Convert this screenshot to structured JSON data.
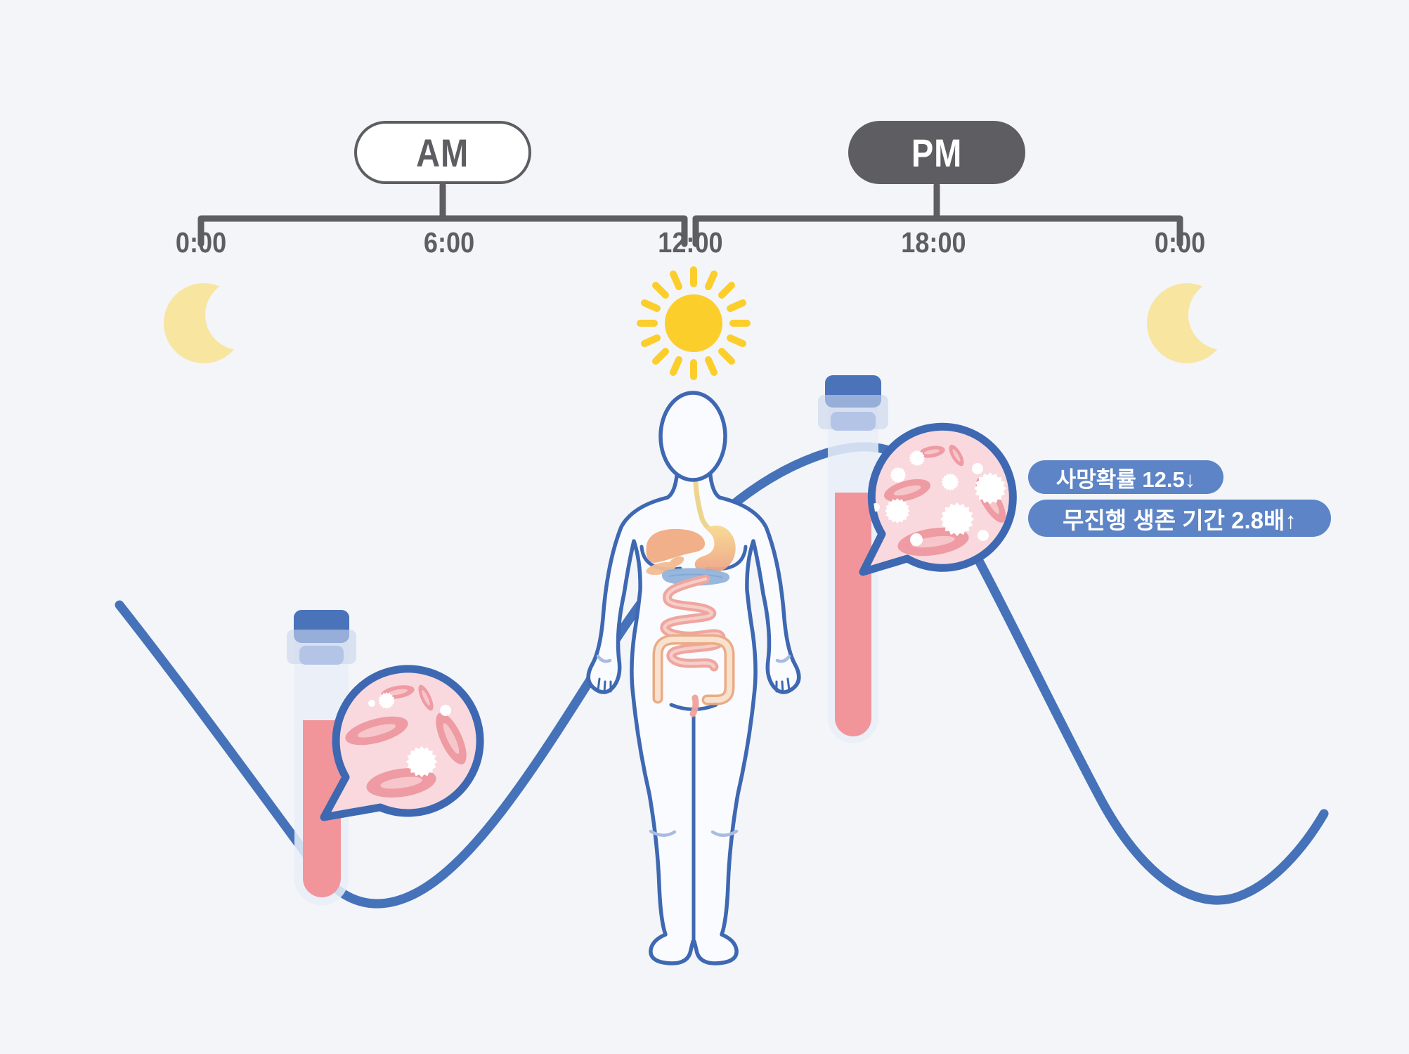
{
  "colors": {
    "bg": "#F3F5F9",
    "ink": "#5E5E62",
    "blue": "#3E68B2",
    "curve": "#4672BA",
    "cap": "#4A73BA",
    "label_bg": "#5C84C6",
    "sun": "#FBCE2C",
    "moon": "#F8E5A0",
    "glass": "#E9EFF8",
    "liquid": "#F2959B",
    "bubble": "#F9D9DD",
    "rbc": "#EE9BA3",
    "rbc_light": "#F6C6CB",
    "body_fill": "#FAFBFE",
    "soft_blue": "#A9BBE2"
  },
  "timeline": {
    "am": "AM",
    "pm": "PM",
    "ticks": [
      "0:00",
      "6:00",
      "12:00",
      "18:00",
      "0:00"
    ]
  },
  "annotations": {
    "mortality": "사망확률 12.5↓",
    "survival": "무진행 생존 기간 2.8배↑"
  },
  "icons": {
    "left_night": "moon-icon",
    "noon": "sun-icon",
    "right_night": "moon-icon",
    "am_sample": "blood-test-tube-icon",
    "pm_sample": "blood-test-tube-icon",
    "am_cells": "blood-cells-bubble-icon",
    "pm_cells": "blood-cells-bubble-icon",
    "figure": "human-body-digestive-icon"
  }
}
